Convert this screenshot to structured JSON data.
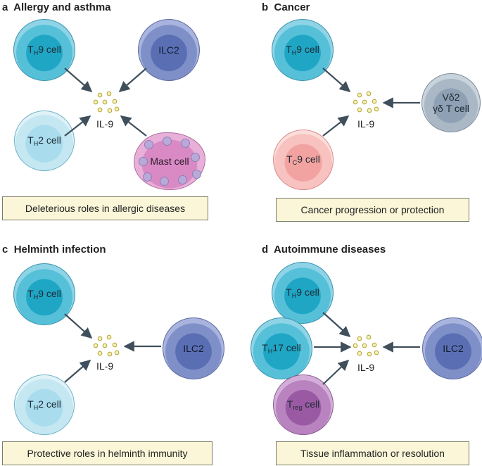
{
  "panels": {
    "a": {
      "letter": "a",
      "title": "Allergy and asthma",
      "caption": "Deleterious roles in allergic diseases"
    },
    "b": {
      "letter": "b",
      "title": "Cancer",
      "caption": "Cancer progression or protection"
    },
    "c": {
      "letter": "c",
      "title": "Helminth infection",
      "caption": "Protective roles in helminth immunity"
    },
    "d": {
      "letter": "d",
      "title": "Autoimmune diseases",
      "caption": "Tissue inflammation or resolution"
    }
  },
  "cells": {
    "th9": {
      "prefix": "T",
      "sub": "H",
      "suffix": "9 cell"
    },
    "th2": {
      "prefix": "T",
      "sub": "H",
      "suffix": "2 cell"
    },
    "th17": {
      "prefix": "T",
      "sub": "H",
      "suffix": "17 cell"
    },
    "tc9": {
      "prefix": "T",
      "sub": "C",
      "suffix": "9 cell"
    },
    "treg": {
      "prefix": "T",
      "sub": "reg",
      "suffix": " cell"
    },
    "ilc2": "ILC2",
    "mast": "Mast cell",
    "vd2_line1": "Vδ2",
    "vd2_line2": "γδ T cell"
  },
  "cytokine": "IL-9",
  "colors": {
    "arrow": "#3f4f5c",
    "il9_dot_fill": "#f6f0b8",
    "il9_dot_stroke": "#b7a93a",
    "caption_bg": "#fbf6d8"
  }
}
